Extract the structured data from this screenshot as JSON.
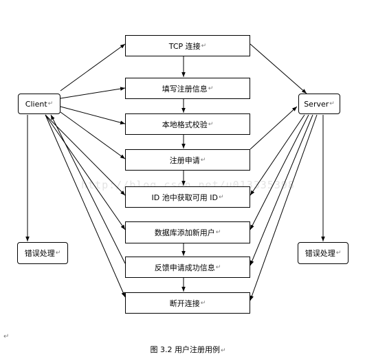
{
  "actors": {
    "client": "Client",
    "server": "Server",
    "client_error": "错误处理",
    "server_error": "错误处理"
  },
  "steps": [
    "TCP 连接",
    "填写注册信息",
    "本地格式校验",
    "注册申请",
    "ID 池中获取可用 ID",
    "数据库添加新用户",
    "反馈申请成功信息",
    "断开连接"
  ],
  "paragraph_mark": "↵",
  "watermark": "http://blog.csdn.net/u013335398",
  "caption": "图 3.2  用户注册用例"
}
